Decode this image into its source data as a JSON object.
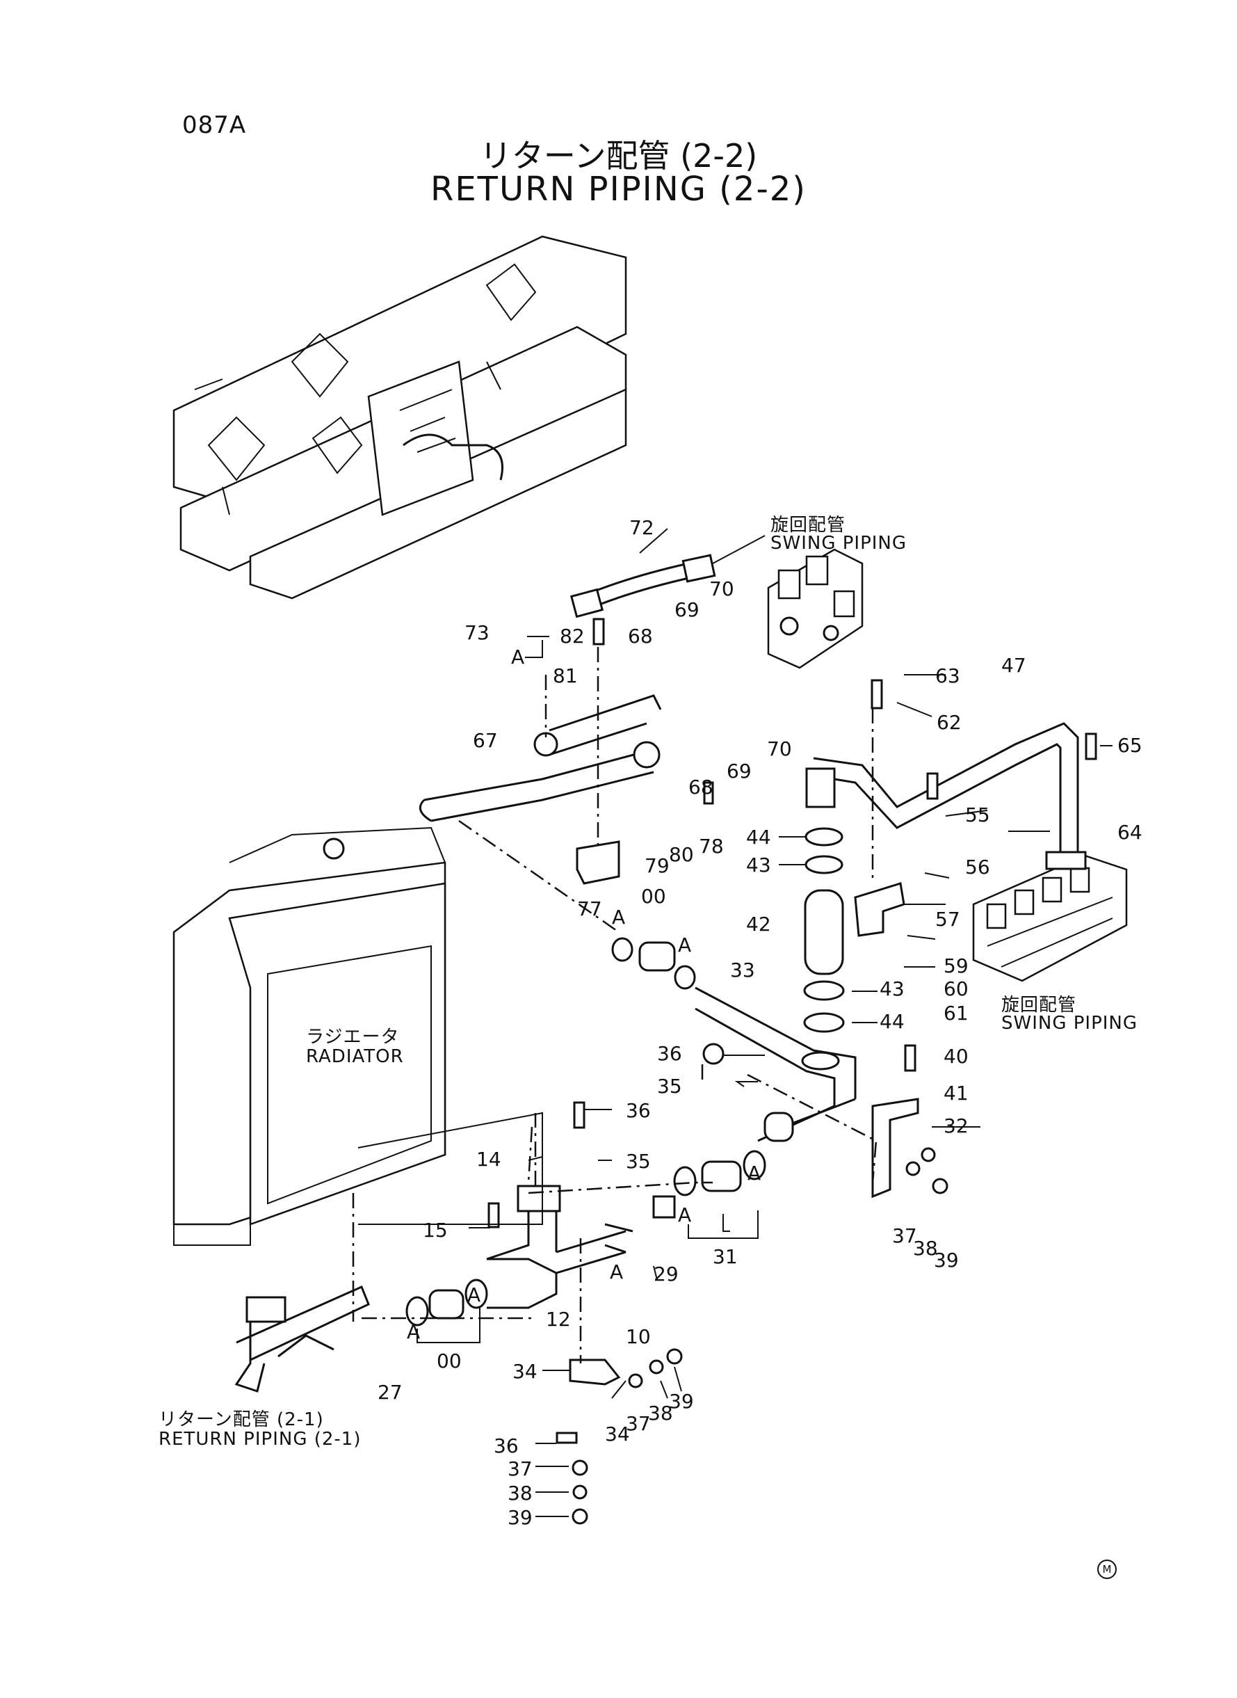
{
  "page_code": "087A",
  "title_jp": "リターン配管 (2-2)",
  "title_en": "RETURN PIPING (2-2)",
  "labels": {
    "swing_top_jp": "旋回配管",
    "swing_top_en": "SWING PIPING",
    "swing_right_jp": "旋回配管",
    "swing_right_en": "SWING PIPING",
    "radiator_jp": "ラジエータ",
    "radiator_en": "RADIATOR",
    "return21_jp": "リターン配管 (2-1)",
    "return21_en": "RETURN PIPING (2-1)"
  },
  "callouts": [
    "72",
    "73",
    "A",
    "82",
    "68",
    "69",
    "70",
    "81",
    "67",
    "70",
    "68",
    "69",
    "63",
    "47",
    "62",
    "65",
    "78",
    "79",
    "80",
    "77",
    "00",
    "A",
    "A",
    "44",
    "43",
    "42",
    "55",
    "56",
    "64",
    "57",
    "59",
    "60",
    "61",
    "43",
    "44",
    "33",
    "36",
    "35",
    "40",
    "41",
    "32",
    "36",
    "35",
    "14",
    "15",
    "A",
    "A",
    "31",
    "37",
    "38",
    "39",
    "29",
    "A",
    "10",
    "12",
    "A",
    "00",
    "A",
    "27",
    "34",
    "36",
    "37",
    "39",
    "38",
    "34",
    "37",
    "38",
    "39"
  ],
  "mark": "M"
}
